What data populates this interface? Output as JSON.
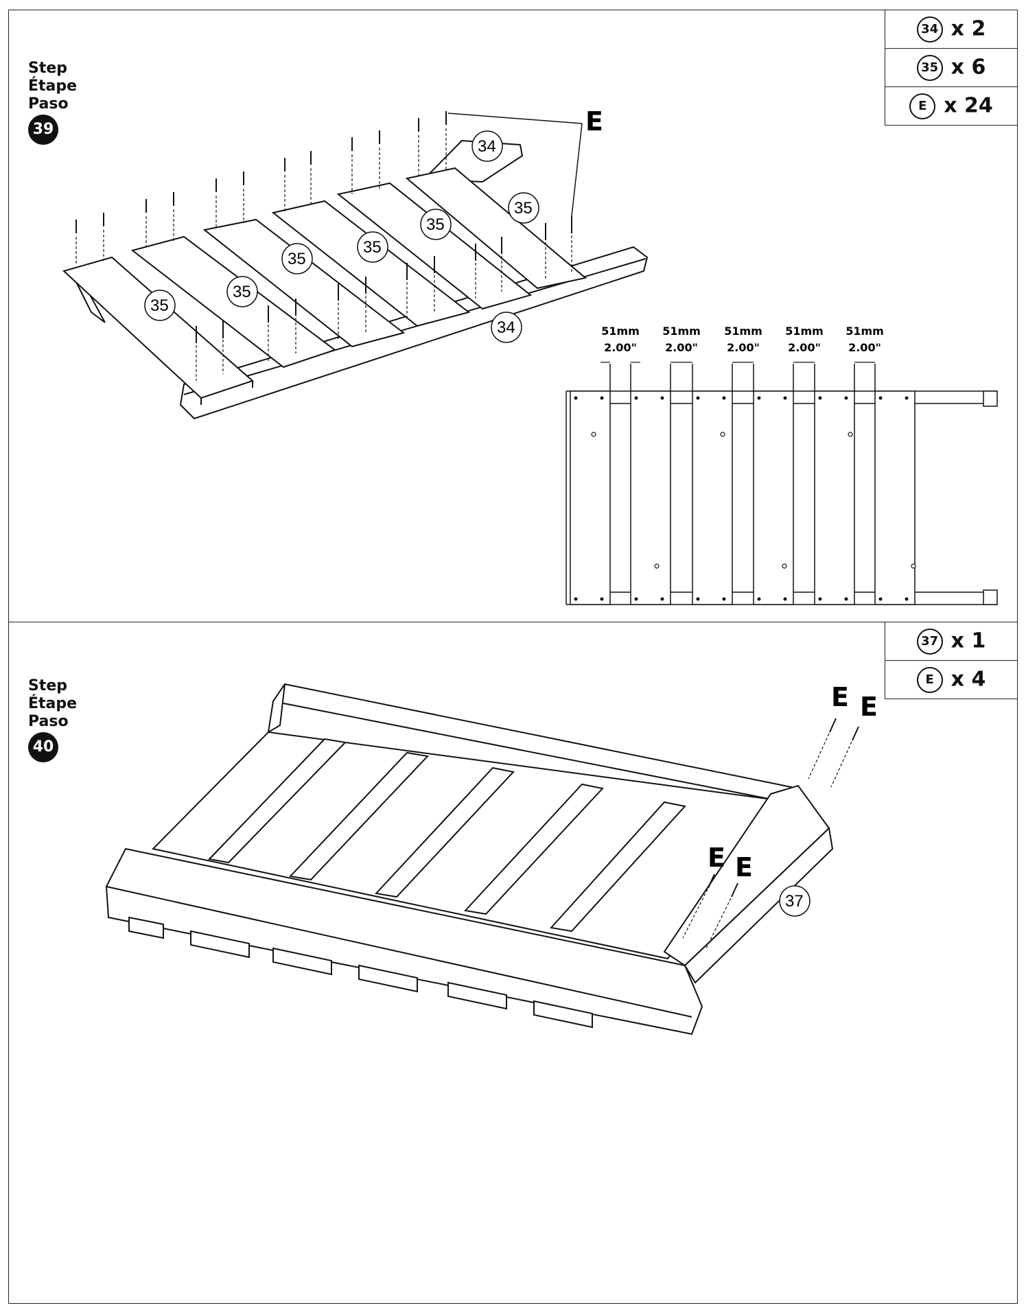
{
  "step39": {
    "label_lines": [
      "Step",
      "Étape",
      "Paso"
    ],
    "number": "39",
    "parts": [
      {
        "id": "34",
        "qty": "x 2"
      },
      {
        "id": "35",
        "qty": "x 6"
      },
      {
        "id": "E",
        "qty": "x 24"
      }
    ],
    "callouts": {
      "rail_top": "34",
      "rail_bottom": "34",
      "slat": "35",
      "fastener": "E"
    },
    "spacing": [
      {
        "mm": "51mm",
        "in": "2.00\""
      },
      {
        "mm": "51mm",
        "in": "2.00\""
      },
      {
        "mm": "51mm",
        "in": "2.00\""
      },
      {
        "mm": "51mm",
        "in": "2.00\""
      },
      {
        "mm": "51mm",
        "in": "2.00\""
      }
    ]
  },
  "step40": {
    "label_lines": [
      "Step",
      "Étape",
      "Paso"
    ],
    "number": "40",
    "parts": [
      {
        "id": "37",
        "qty": "x 1"
      },
      {
        "id": "E",
        "qty": "x 4"
      }
    ],
    "callouts": {
      "board": "37",
      "fastener": "E"
    }
  },
  "colors": {
    "line": "#111111",
    "background": "#ffffff"
  }
}
